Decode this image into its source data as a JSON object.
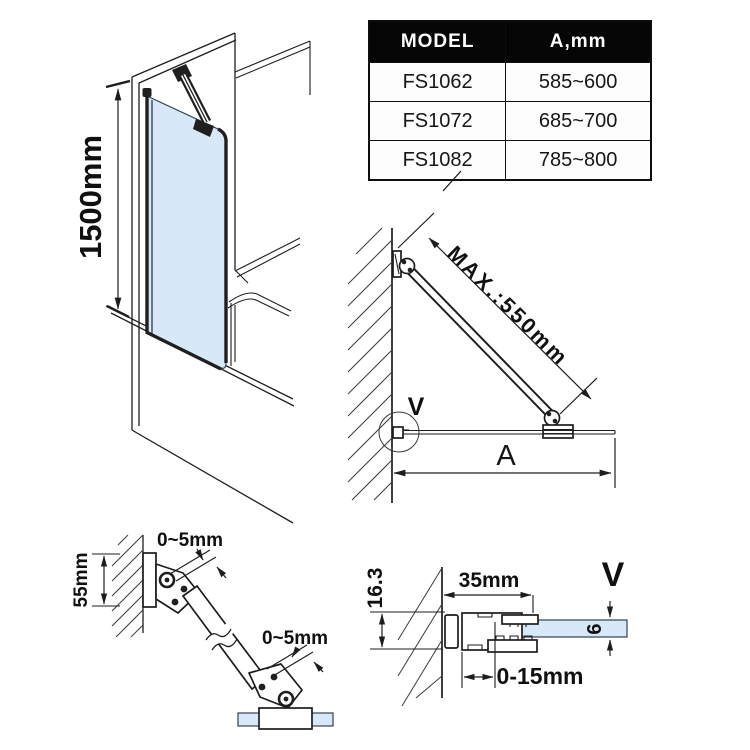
{
  "colors": {
    "glass": "#d7e9f8",
    "line": "#1d1d1d",
    "table_header_bg": "#050505",
    "table_header_text": "#ffffff"
  },
  "table": {
    "headers": [
      "MODEL",
      "A,mm"
    ],
    "rows": [
      [
        "FS1062",
        "585~600"
      ],
      [
        "FS1072",
        "685~700"
      ],
      [
        "FS1082",
        "785~800"
      ]
    ]
  },
  "bath_view": {
    "height_label": "1500mm"
  },
  "top_view": {
    "max_reach_label": "MAX.:550mm",
    "width_label": "A",
    "detail_marker": "V"
  },
  "arm_detail": {
    "wall_plate_height": "55mm",
    "upper_gap": "0~5mm",
    "lower_gap": "0~5mm"
  },
  "profile_detail": {
    "detail_marker": "V",
    "profile_height": "16.3",
    "profile_width": "35mm",
    "glass_thickness": "6",
    "adjust_range": "0-15mm"
  }
}
